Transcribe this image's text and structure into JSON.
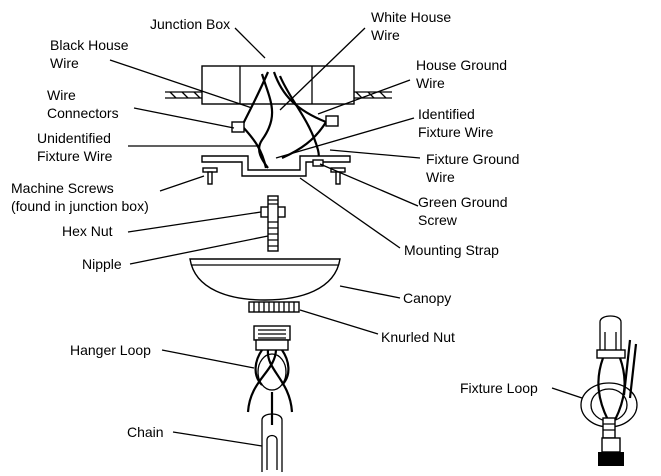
{
  "labels": {
    "junction_box": "Junction Box",
    "white_house_wire_1": "White House",
    "white_house_wire_2": "Wire",
    "black_house_wire_1": "Black House",
    "black_house_wire_2": "Wire",
    "house_ground_wire_1": "House Ground",
    "house_ground_wire_2": "Wire",
    "wire_connectors_1": "Wire",
    "wire_connectors_2": "Connectors",
    "identified_fixture_wire_1": "Identified",
    "identified_fixture_wire_2": "Fixture Wire",
    "unidentified_fixture_wire_1": "Unidentified",
    "unidentified_fixture_wire_2": "Fixture Wire",
    "fixture_ground_wire_1": "Fixture Ground",
    "fixture_ground_wire_2": "Wire",
    "machine_screws_1": "Machine Screws",
    "machine_screws_2": "(found in junction box)",
    "green_ground_screw_1": "Green Ground",
    "green_ground_screw_2": "Screw",
    "hex_nut": "Hex Nut",
    "mounting_strap": "Mounting Strap",
    "nipple": "Nipple",
    "canopy": "Canopy",
    "knurled_nut": "Knurled Nut",
    "hanger_loop": "Hanger Loop",
    "chain": "Chain",
    "fixture_loop": "Fixture Loop"
  }
}
